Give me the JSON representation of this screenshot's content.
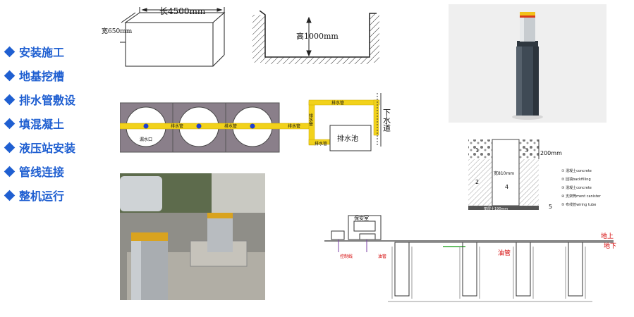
{
  "top_label": "",
  "steps": [
    "安装施工",
    "地基挖槽",
    "排水管敷设",
    "填混凝土",
    "液压站安装",
    "管线连接",
    "整机运行"
  ],
  "box_diagram": {
    "length": "长4500mm",
    "width": "宽650mm"
  },
  "trench_diagram": {
    "height": "高1000mm"
  },
  "drain_diagram": {
    "pipe_h1": "排水管",
    "pipe_h2": "排水管",
    "pipe_h3": "排水管",
    "pipe_h4": "排水管",
    "pipe_v": "排水管",
    "pipe_right": "排水管",
    "outlet": "漏水口",
    "pool": "排水池",
    "sewer": "下水道"
  },
  "section_diagram": {
    "n1": "1",
    "n2": "2",
    "n3": "3",
    "n4": "4",
    "n5": "5",
    "width": "宽810mm",
    "depth": "200mm",
    "base": "垫层土190mm",
    "legend": [
      "① 混凝土concrete",
      "② 回填backfilling",
      "③ 混凝土concrete",
      "④ 支架筒ment canister",
      "⑤ 布线管wiring tube"
    ]
  },
  "layout_diagram": {
    "guard_room": "保安室",
    "control_line": "控制线",
    "oil_pipe1": "油管",
    "oil_pipe2": "油管",
    "above_ground": "地上",
    "below_ground": "地下"
  },
  "colors": {
    "step_blue": "#1f5fd1",
    "pipe_yellow": "#f2d21b",
    "text_red": "#d40000"
  }
}
